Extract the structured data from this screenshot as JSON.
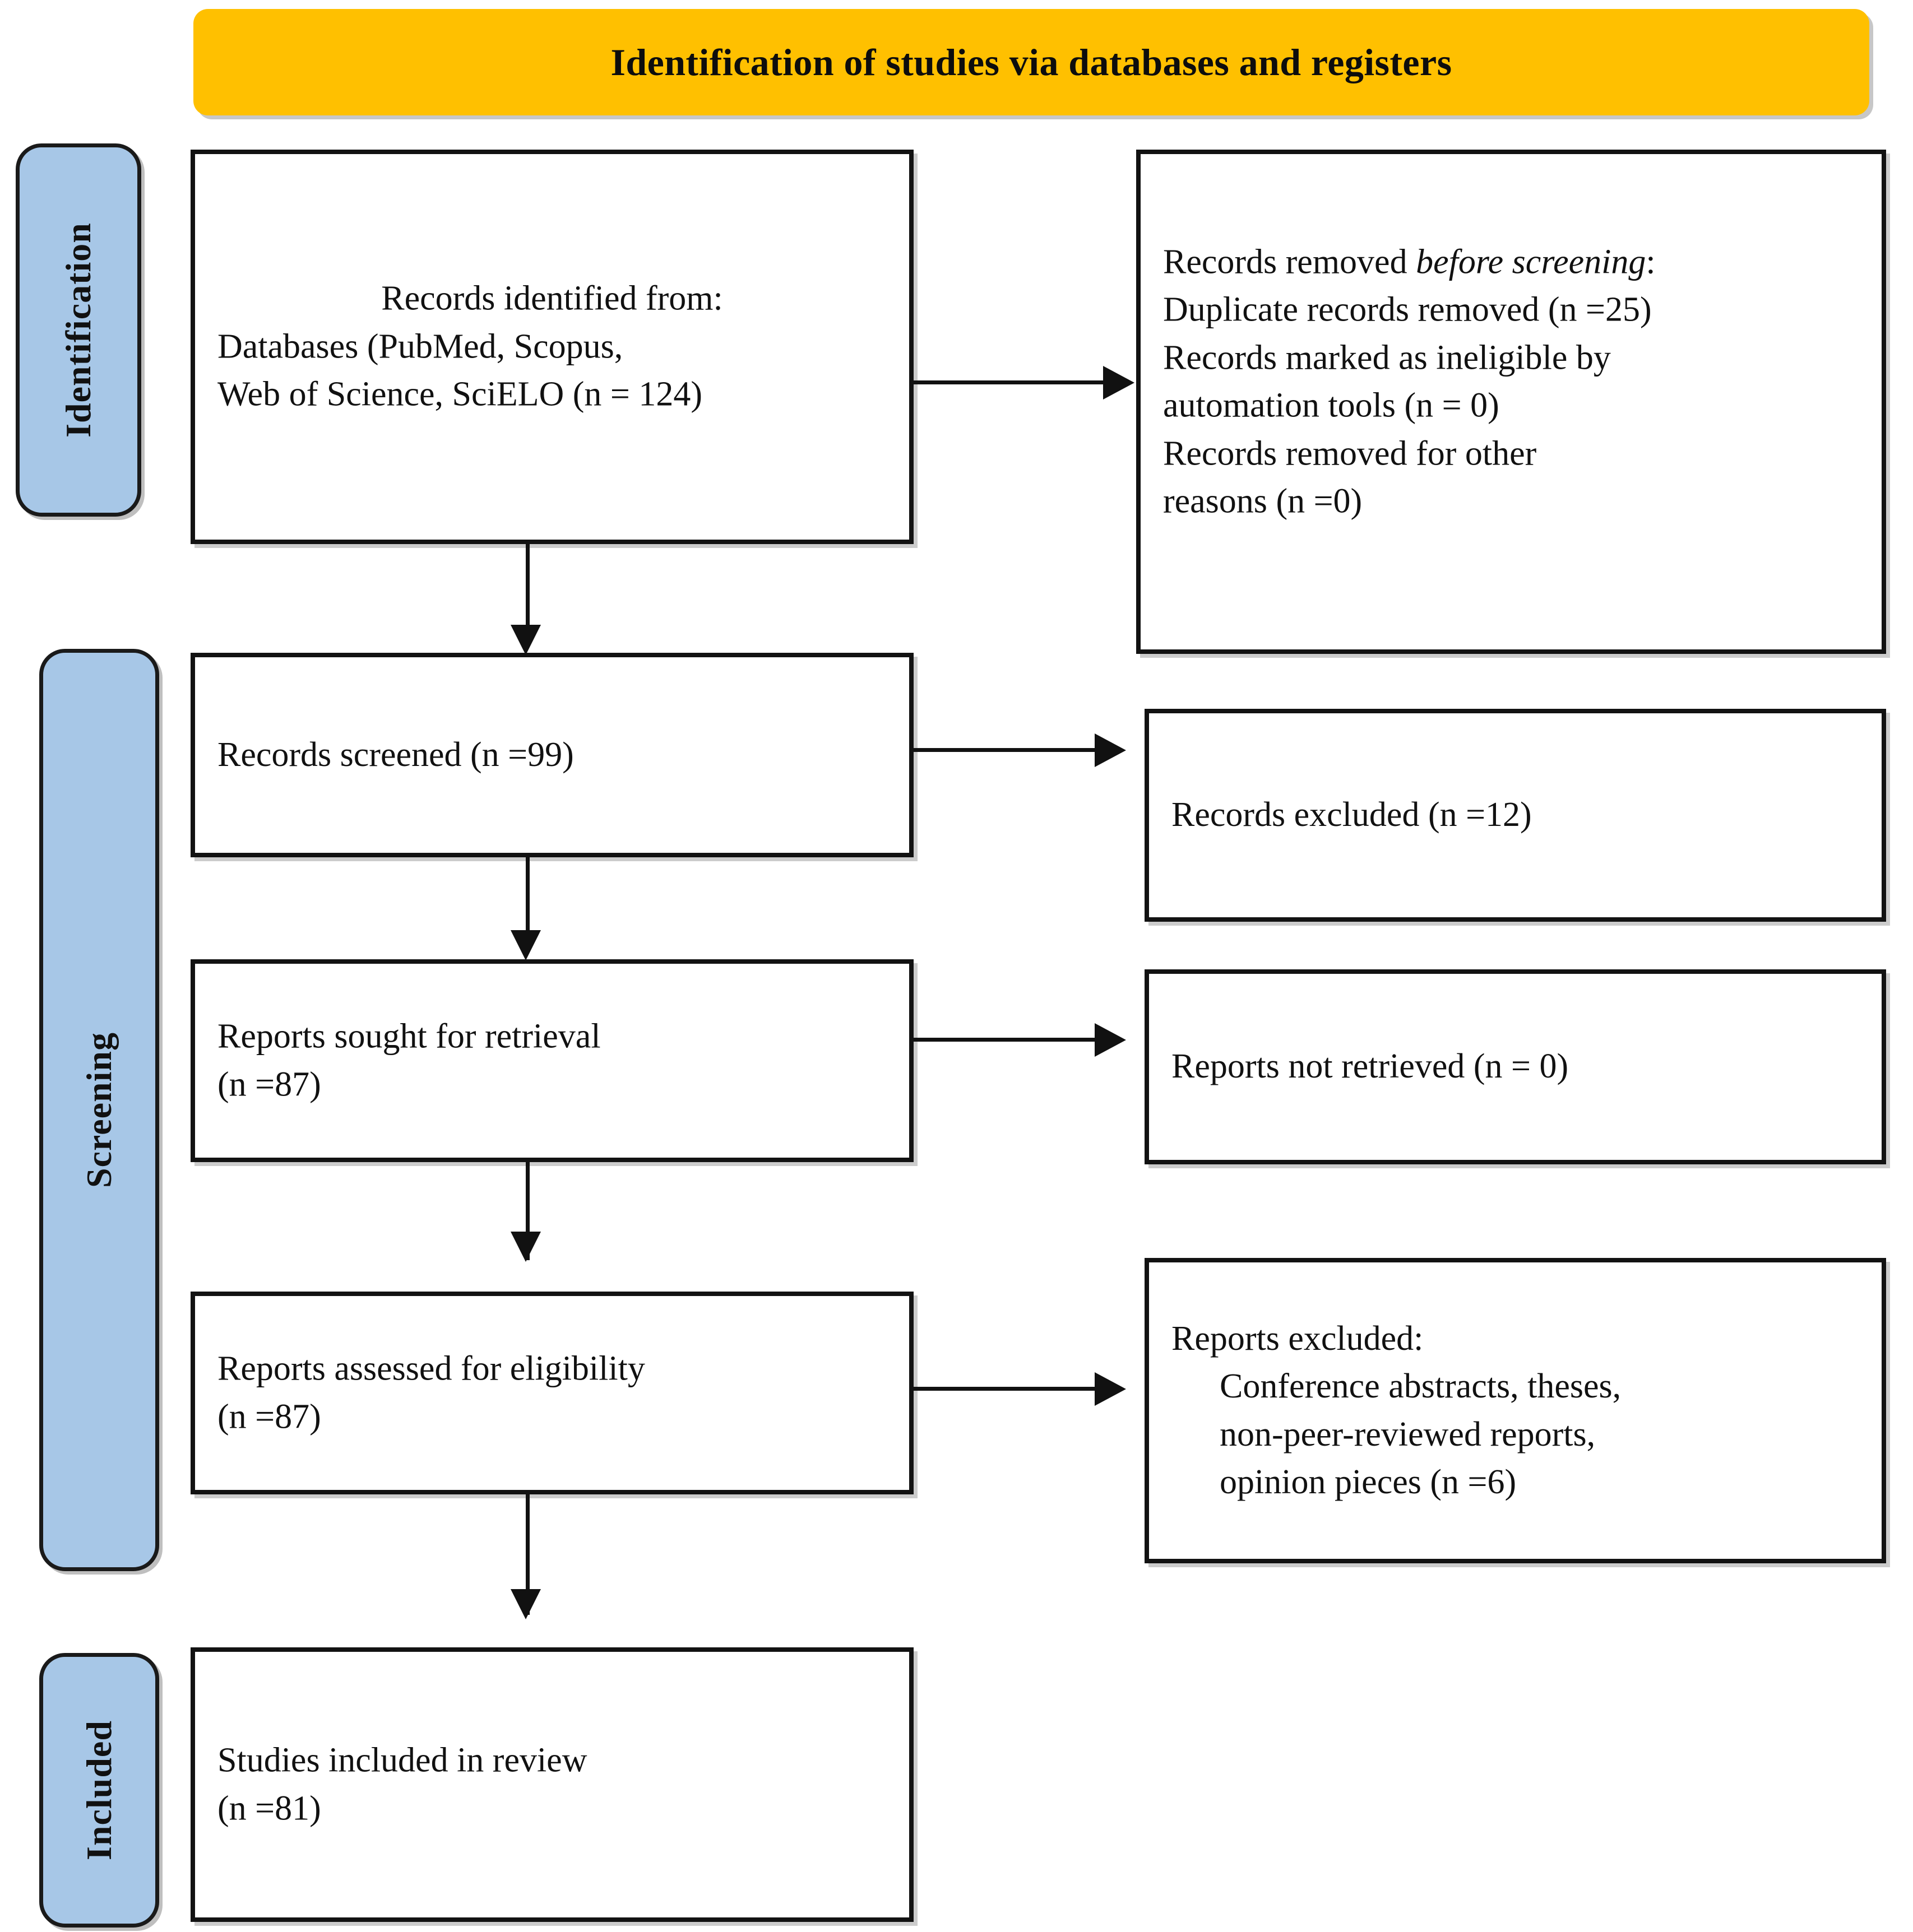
{
  "diagram": {
    "type": "PRISMA flow diagram",
    "title": "Identification of studies via databases and registers",
    "colors": {
      "title_banner": "#FFC000",
      "stage_sidebar": "#A7C7E7",
      "box_border": "#121212",
      "box_fill": "#FFFFFF"
    }
  },
  "stages": [
    {
      "id": "identification",
      "label": "Identification"
    },
    {
      "id": "screening",
      "label": "Screening"
    },
    {
      "id": "included",
      "label": "Included"
    }
  ],
  "boxes": {
    "identified": {
      "lines": [
        "Records identified from:",
        "Databases (PubMed, Scopus,",
        "Web of Science, SciELO (n = 124)"
      ]
    },
    "removed": {
      "line1_prefix": "Records removed ",
      "line1_italic": "before screening",
      "line1_suffix": ":",
      "lines": [
        "Duplicate records removed (n =25)",
        "Records marked as ineligible by",
        "automation tools (n = 0)",
        "Records removed for other",
        "reasons (n =0)"
      ]
    },
    "screened": {
      "lines": [
        "Records screened (n =99)"
      ]
    },
    "records_excluded": {
      "lines": [
        "Records excluded (n =12)"
      ]
    },
    "sought": {
      "lines": [
        "Reports sought for retrieval",
        "(n =87)"
      ]
    },
    "not_retrieved": {
      "lines": [
        "Reports not retrieved (n = 0)"
      ]
    },
    "assessed": {
      "lines": [
        "Reports assessed for eligibility",
        "(n =87)"
      ]
    },
    "reports_excluded": {
      "heading": "Reports excluded:",
      "items": [
        "Conference abstracts, theses,",
        "non-peer-reviewed reports,",
        "opinion pieces (n =6)"
      ]
    },
    "included": {
      "lines": [
        "Studies included in review",
        "(n =81)"
      ]
    }
  },
  "chart_data": {
    "type": "table",
    "title": "Identification of studies via databases and registers",
    "categories": [
      "Records identified (Databases: PubMed, Scopus, Web of Science, SciELO)",
      "Duplicate records removed",
      "Records marked as ineligible by automation tools",
      "Records removed for other reasons",
      "Records screened",
      "Records excluded",
      "Reports sought for retrieval",
      "Reports not retrieved",
      "Reports assessed for eligibility",
      "Reports excluded (conference abstracts, theses, non-peer-reviewed reports, opinion pieces)",
      "Studies included in review"
    ],
    "values": [
      124,
      25,
      0,
      0,
      99,
      12,
      87,
      0,
      87,
      6,
      81
    ]
  }
}
